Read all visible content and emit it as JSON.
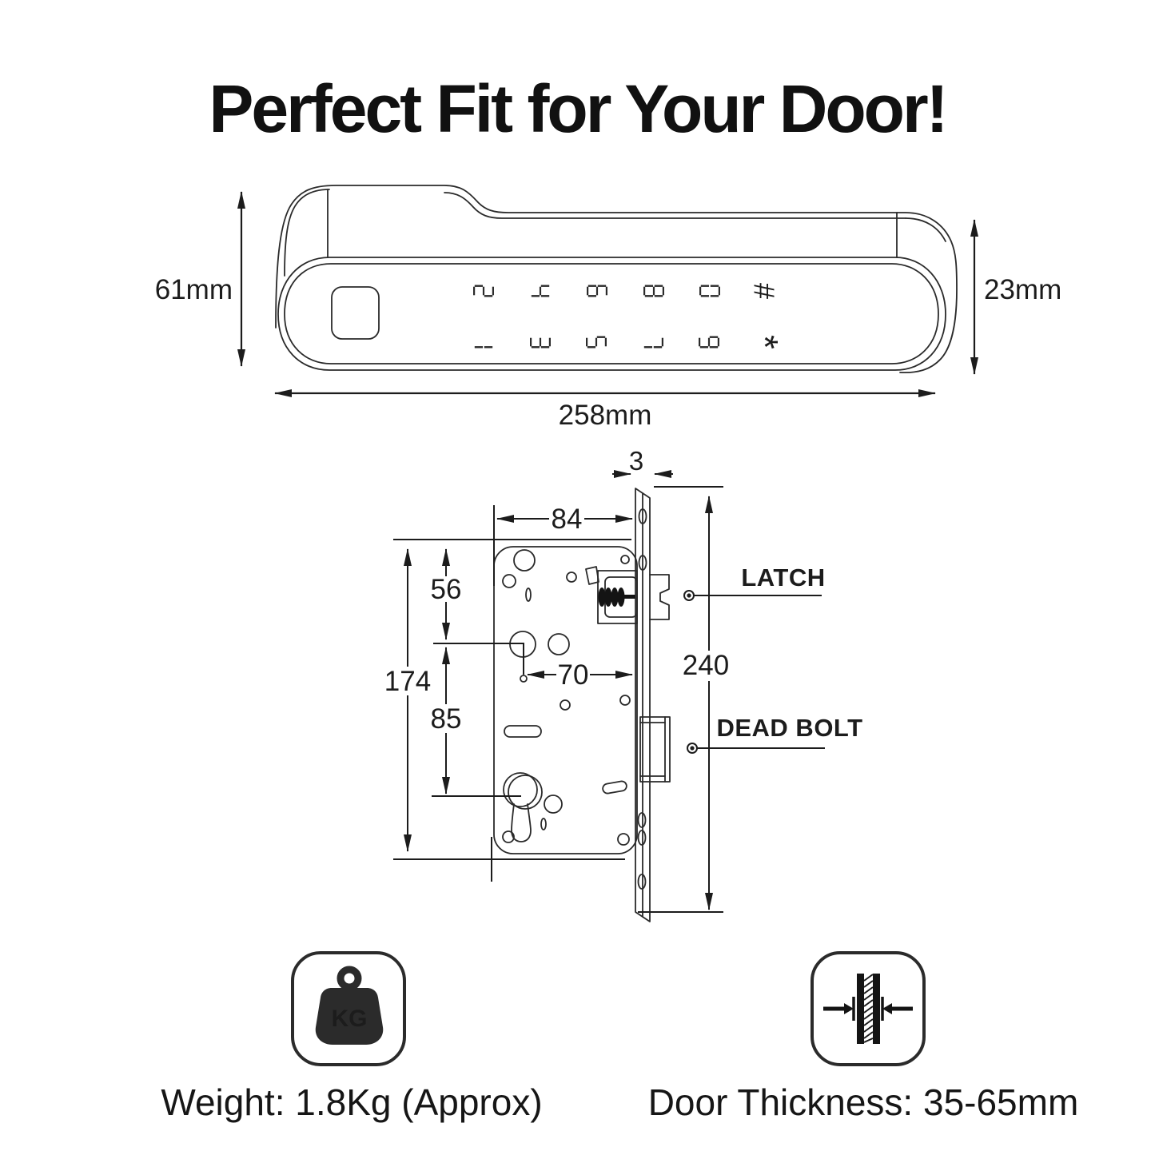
{
  "title": "Perfect Fit for Your Door!",
  "handle_diagram": {
    "height_label": "61mm",
    "side_height_label": "23mm",
    "width_label": "258mm",
    "keypad_row1": [
      "2",
      "4",
      "6",
      "8",
      "0",
      "#"
    ],
    "keypad_row2": [
      "1",
      "3",
      "5",
      "7",
      "9",
      "*"
    ]
  },
  "lock_diagram": {
    "faceplate_thickness": "3",
    "body_width": "84",
    "top_to_spindle": "56",
    "body_height": "174",
    "spindle_to_cylinder": "85",
    "backset": "70",
    "faceplate_height": "240",
    "latch_label": "LATCH",
    "dead_bolt_label": "DEAD BOLT"
  },
  "specs": {
    "kg_icon_text": "KG",
    "weight_label": "Weight: 1.8Kg (Approx)",
    "door_thickness_label": "Door Thickness: 35-65mm"
  },
  "colors": {
    "ink": "#1f1f1f",
    "background": "#ffffff"
  }
}
